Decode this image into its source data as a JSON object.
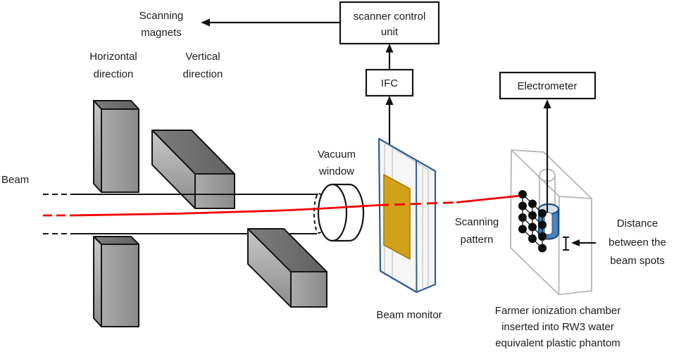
{
  "labels": {
    "beam": "Beam",
    "scanning_magnets": [
      "Scanning",
      "magnets"
    ],
    "horizontal_direction": [
      "Horizontal",
      "direction"
    ],
    "vertical_direction": [
      "Vertical",
      "direction"
    ],
    "vacuum_window": [
      "Vacuum",
      "window"
    ],
    "beam_monitor": "Beam monitor",
    "scanning_pattern": [
      "Scanning",
      "pattern"
    ],
    "farmer_caption": [
      "Farmer ionization chamber",
      "inserted into RW3 water",
      "equivalent plastic phantom"
    ],
    "distance": [
      "Distance",
      "between the",
      "beam spots"
    ]
  },
  "boxes": {
    "scanner_control_unit": [
      "scanner control",
      "unit"
    ],
    "ifc": "IFC",
    "electrometer": "Electrometer"
  },
  "colors": {
    "beam_red": "#f40000",
    "monitor_blue_outline": "#2e5f94",
    "detector_gold": "#d2a11a",
    "detector_gold_edge": "#a87e00",
    "chamber_blue_fill": "#4f81bd",
    "chamber_blue_dark": "#1f4e79",
    "phantom_gray": "#b5b5b5",
    "magnet_gray_top": "#6e6e6e",
    "magnet_gray_front": "#9a9a9a",
    "outline_black": "#141414"
  },
  "scanning_pattern_spots": {
    "columns": 3,
    "rows": 4,
    "count": 12
  }
}
